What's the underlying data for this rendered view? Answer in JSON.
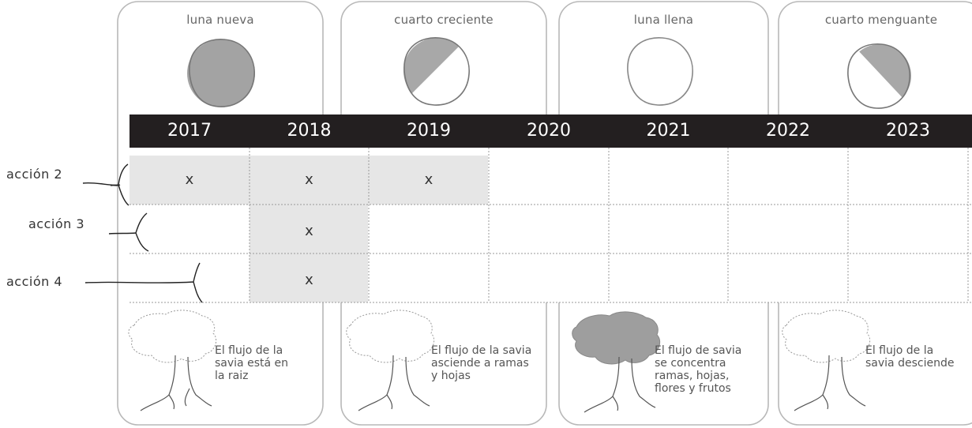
{
  "phases": [
    {
      "label": "luna nueva"
    },
    {
      "label": "cuarto creciente"
    },
    {
      "label": "luna llena"
    },
    {
      "label": "cuarto menguante"
    }
  ],
  "years": [
    "2017",
    "2018",
    "2019",
    "2020",
    "2021",
    "2022",
    "2023"
  ],
  "actions": [
    {
      "label": "acción 2",
      "marks": [
        "x",
        "x",
        "x",
        "",
        "",
        "",
        ""
      ]
    },
    {
      "label": "acción 3",
      "marks": [
        "",
        "x",
        "",
        "",
        "",
        "",
        ""
      ]
    },
    {
      "label": "acción 4",
      "marks": [
        "",
        "x",
        "",
        "",
        "",
        "",
        ""
      ]
    }
  ],
  "descriptions": [
    {
      "line1": "El flujo de la",
      "line2": "savia está en",
      "line3": "la raiz",
      "line4": ""
    },
    {
      "line1": "El flujo de la savia",
      "line2": "asciende a ramas",
      "line3": "y hojas",
      "line4": ""
    },
    {
      "line1": "El flujo de savia",
      "line2": "se concentra",
      "line3": "ramas, hojas,",
      "line4": "flores y frutos"
    },
    {
      "line1": "El flujo de la",
      "line2": "savia desciende",
      "line3": "",
      "line4": ""
    }
  ],
  "colors": {
    "bar": "#231f20",
    "highlight": "#e6e6e6",
    "panel_stroke": "#b3b3b3",
    "moon_fill": "#a6a6a6"
  }
}
